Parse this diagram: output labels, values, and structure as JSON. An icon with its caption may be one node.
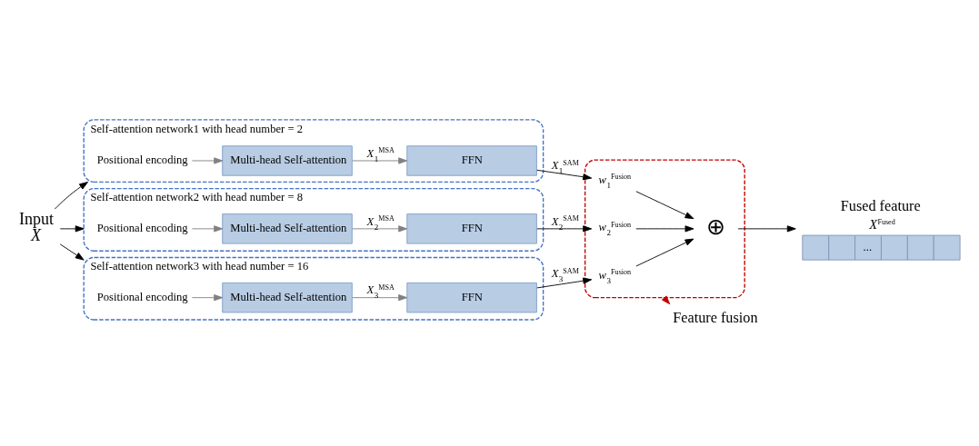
{
  "diagram": {
    "nodes": [
      {
        "text": [
          "Input",
          "*X*"
        ]
      },
      {
        "text": [
          "Self-attention network1 with head number = 2"
        ]
      },
      {
        "text": [
          "FFN"
        ],
        "in": 1
      },
      {
        "text": [
          "Positional encoding"
        ],
        "in": 1
      },
      {
        "text": [
          "Multi-head Self-attention"
        ],
        "in": 1
      },
      {
        "text": [
          "Self-attention network2 with head number = 8"
        ]
      },
      {
        "text": [
          "FFN"
        ],
        "in": 5
      },
      {
        "text": [
          "Positional encoding"
        ],
        "in": 5
      },
      {
        "text": [
          "Multi-head Self-attention"
        ],
        "in": 5
      },
      {
        "text": [
          "Self-attention network3 with head number = 16"
        ]
      },
      {
        "text": [
          "FFN"
        ],
        "in": 9
      },
      {
        "text": [
          "Positional encoding"
        ],
        "in": 9
      },
      {
        "text": [
          "Multi-head Self-attention"
        ],
        "in": 9
      },
      {
        "text": [
          "Feature fusion"
        ]
      },
      {
        "text": [],
        "shape": "box"
      },
      {
        "text": [
          "*w*$_{1}$$^{Fusion}$"
        ],
        "in": 14
      },
      {
        "text": [
          "*w*$_{2}$$^{Fusion}$"
        ],
        "in": 14
      },
      {
        "text": [
          "*w*$_{3}$$^{Fusion}$"
        ],
        "in": 14
      },
      {
        "text": [
          "⊕"
        ],
        "in": 14
      },
      {
        "text": [
          "Fused feature",
          "*X*$^{Fused}$",
          "..."
        ]
      }
    ],
    "edges": [
      {
        "from": 0,
        "to": 1,
        "arrow": "to"
      },
      {
        "from": 0,
        "to": 5,
        "arrow": "to"
      },
      {
        "from": 0,
        "to": 9,
        "arrow": "to"
      },
      {
        "from": 3,
        "to": 4,
        "arrow": "to",
        "color": "#808080"
      },
      {
        "from": 4,
        "to": 2,
        "arrow": "to",
        "label": "*X*$_{1}$$^{MSA}$",
        "color": "#808080"
      },
      {
        "from": 2,
        "to": 15,
        "arrow": "to",
        "label": "*X*$_{1}$$^{SAM}$"
      },
      {
        "from": 7,
        "to": 8,
        "arrow": "to",
        "color": "#808080"
      },
      {
        "from": 8,
        "to": 6,
        "arrow": "to",
        "label": "*X*$_{2}$$^{MSA}$",
        "color": "#808080"
      },
      {
        "from": 6,
        "to": 16,
        "arrow": "to",
        "label": "*X*$_{2}$$^{SAM}$"
      },
      {
        "from": 11,
        "to": 12,
        "arrow": "to",
        "color": "#808080"
      },
      {
        "from": 12,
        "to": 10,
        "arrow": "to",
        "label": "*X*$_{3}$$^{MSA}$",
        "color": "#808080"
      },
      {
        "from": 10,
        "to": 17,
        "arrow": "to",
        "label": "*X*$_{3}$$^{SAM}$"
      },
      {
        "from": 15,
        "to": 18,
        "arrow": "to"
      },
      {
        "from": 16,
        "to": 18,
        "arrow": "to"
      },
      {
        "from": 17,
        "to": 18,
        "arrow": "to"
      },
      {
        "from": 18,
        "to": 19,
        "arrow": "to"
      },
      {
        "from": 14,
        "to": 13,
        "arrow": "to",
        "style": "dashed",
        "color": "#c00000"
      }
    ]
  }
}
